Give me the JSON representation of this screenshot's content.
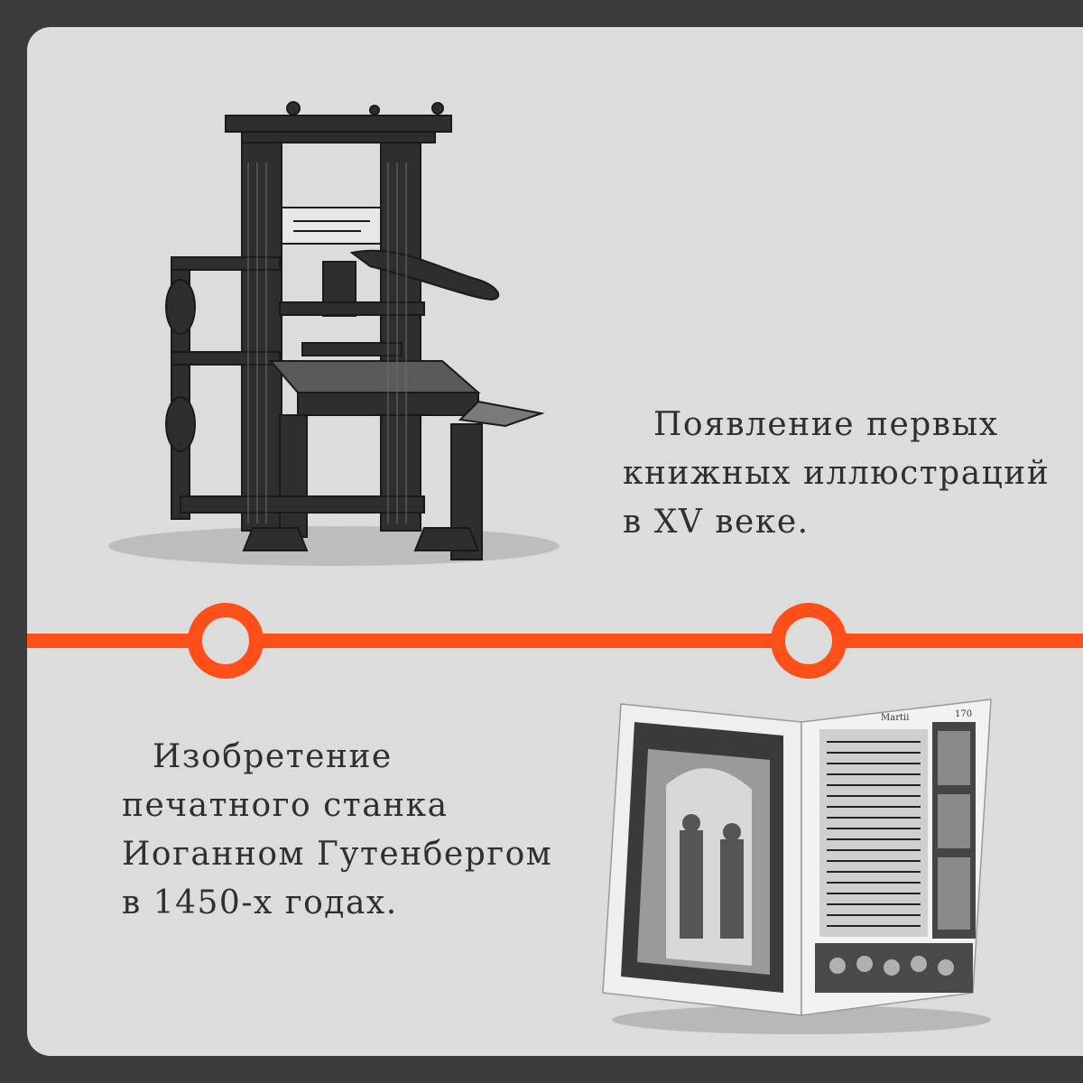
{
  "captions": {
    "top": {
      "lines": [
        "Появление первых",
        "книжных иллюстраций",
        "в XV веке."
      ]
    },
    "bottom": {
      "lines": [
        "Изобретение",
        "печатного станка",
        "Иоганном Гутенбергом",
        "в 1450-х годах."
      ]
    }
  },
  "book_illustration": {
    "page_label": "Martii",
    "page_number": "170"
  },
  "colors": {
    "background": "#3b3b3b",
    "card": "#dcdcdc",
    "accent": "#fe4f18",
    "text": "#2f2f2f"
  },
  "icons": [
    "printing-press-illustration",
    "medieval-book-illustration",
    "timeline-node-icon"
  ]
}
